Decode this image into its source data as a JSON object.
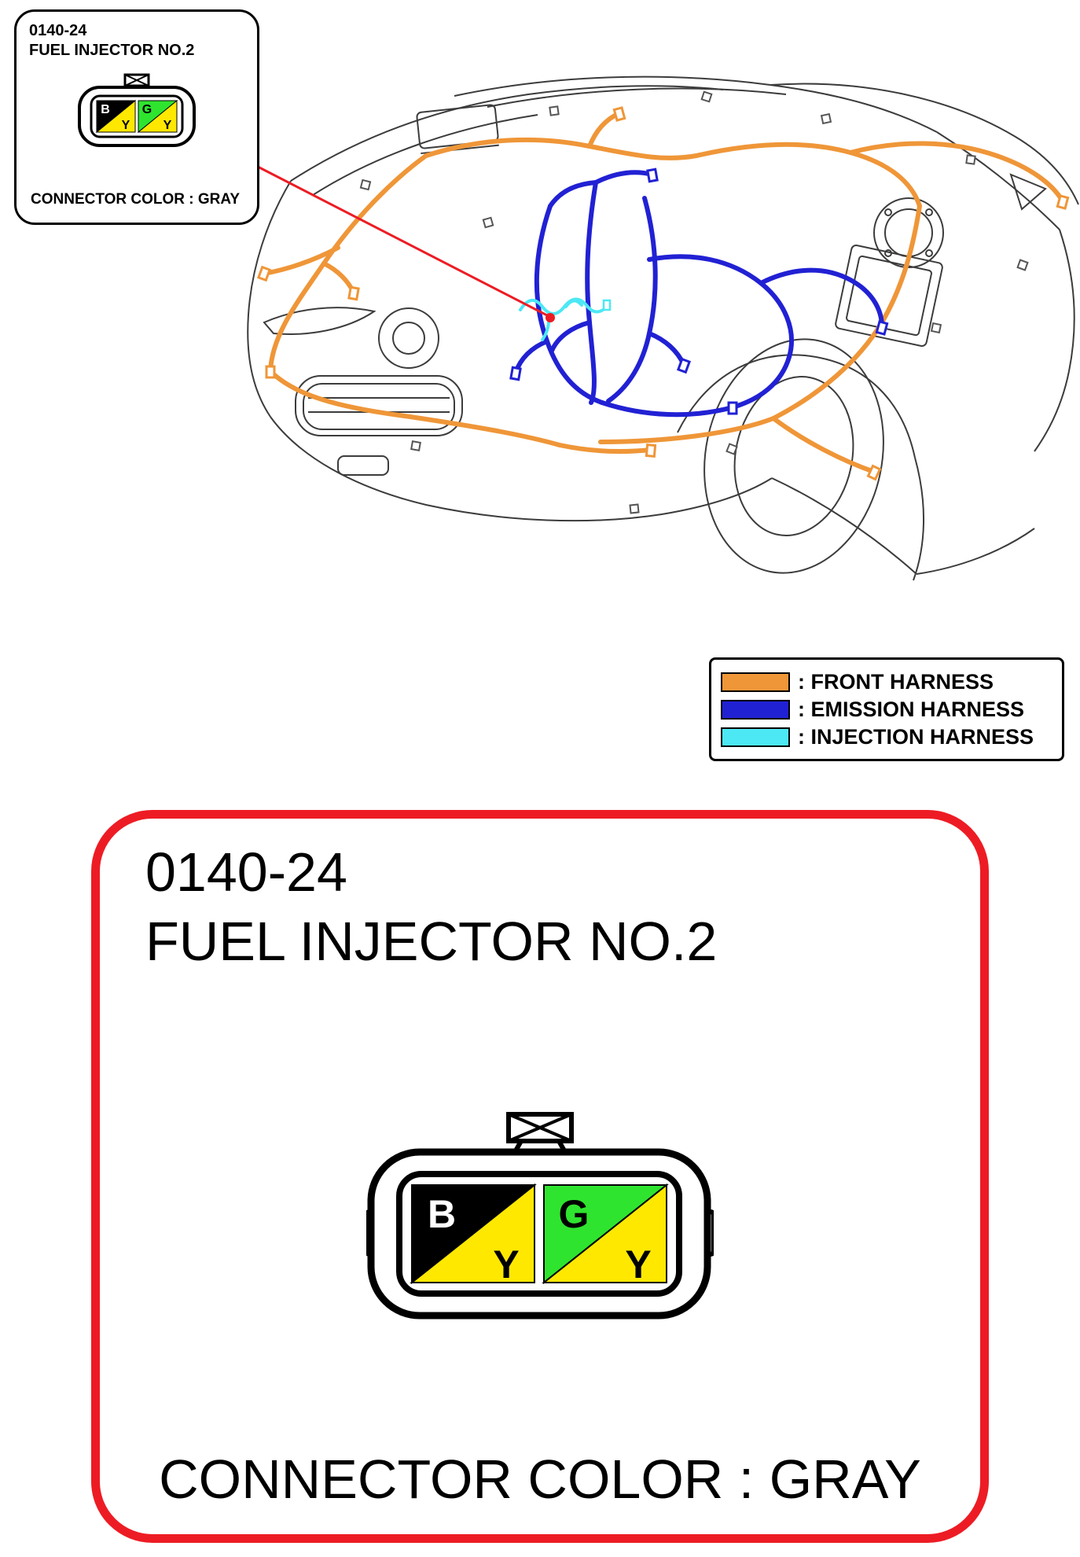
{
  "colors": {
    "accent_red": "#ED1C24",
    "outline_black": "#000000"
  },
  "callout": {
    "code": "0140-24",
    "name": "FUEL INJECTOR NO.2",
    "color_label": "CONNECTOR COLOR : GRAY"
  },
  "legend": {
    "items": [
      {
        "label": ": FRONT HARNESS",
        "color": "#EF9638"
      },
      {
        "label": ": EMISSION HARNESS",
        "color": "#2121D4"
      },
      {
        "label": ": INJECTION HARNESS",
        "color": "#4CE8F4"
      }
    ]
  },
  "detail": {
    "code": "0140-24",
    "name": "FUEL INJECTOR NO.2",
    "color_label": "CONNECTOR COLOR : GRAY"
  },
  "connector": {
    "terminals": [
      {
        "top_label": "B",
        "top_color": "#000000",
        "top_label_color": "#FFFFFF",
        "bottom_label": "Y",
        "bottom_color": "#FFE800",
        "bottom_label_color": "#000000"
      },
      {
        "top_label": "G",
        "top_color": "#2FE42F",
        "top_label_color": "#000000",
        "bottom_label": "Y",
        "bottom_color": "#FFE800",
        "bottom_label_color": "#000000"
      }
    ]
  }
}
